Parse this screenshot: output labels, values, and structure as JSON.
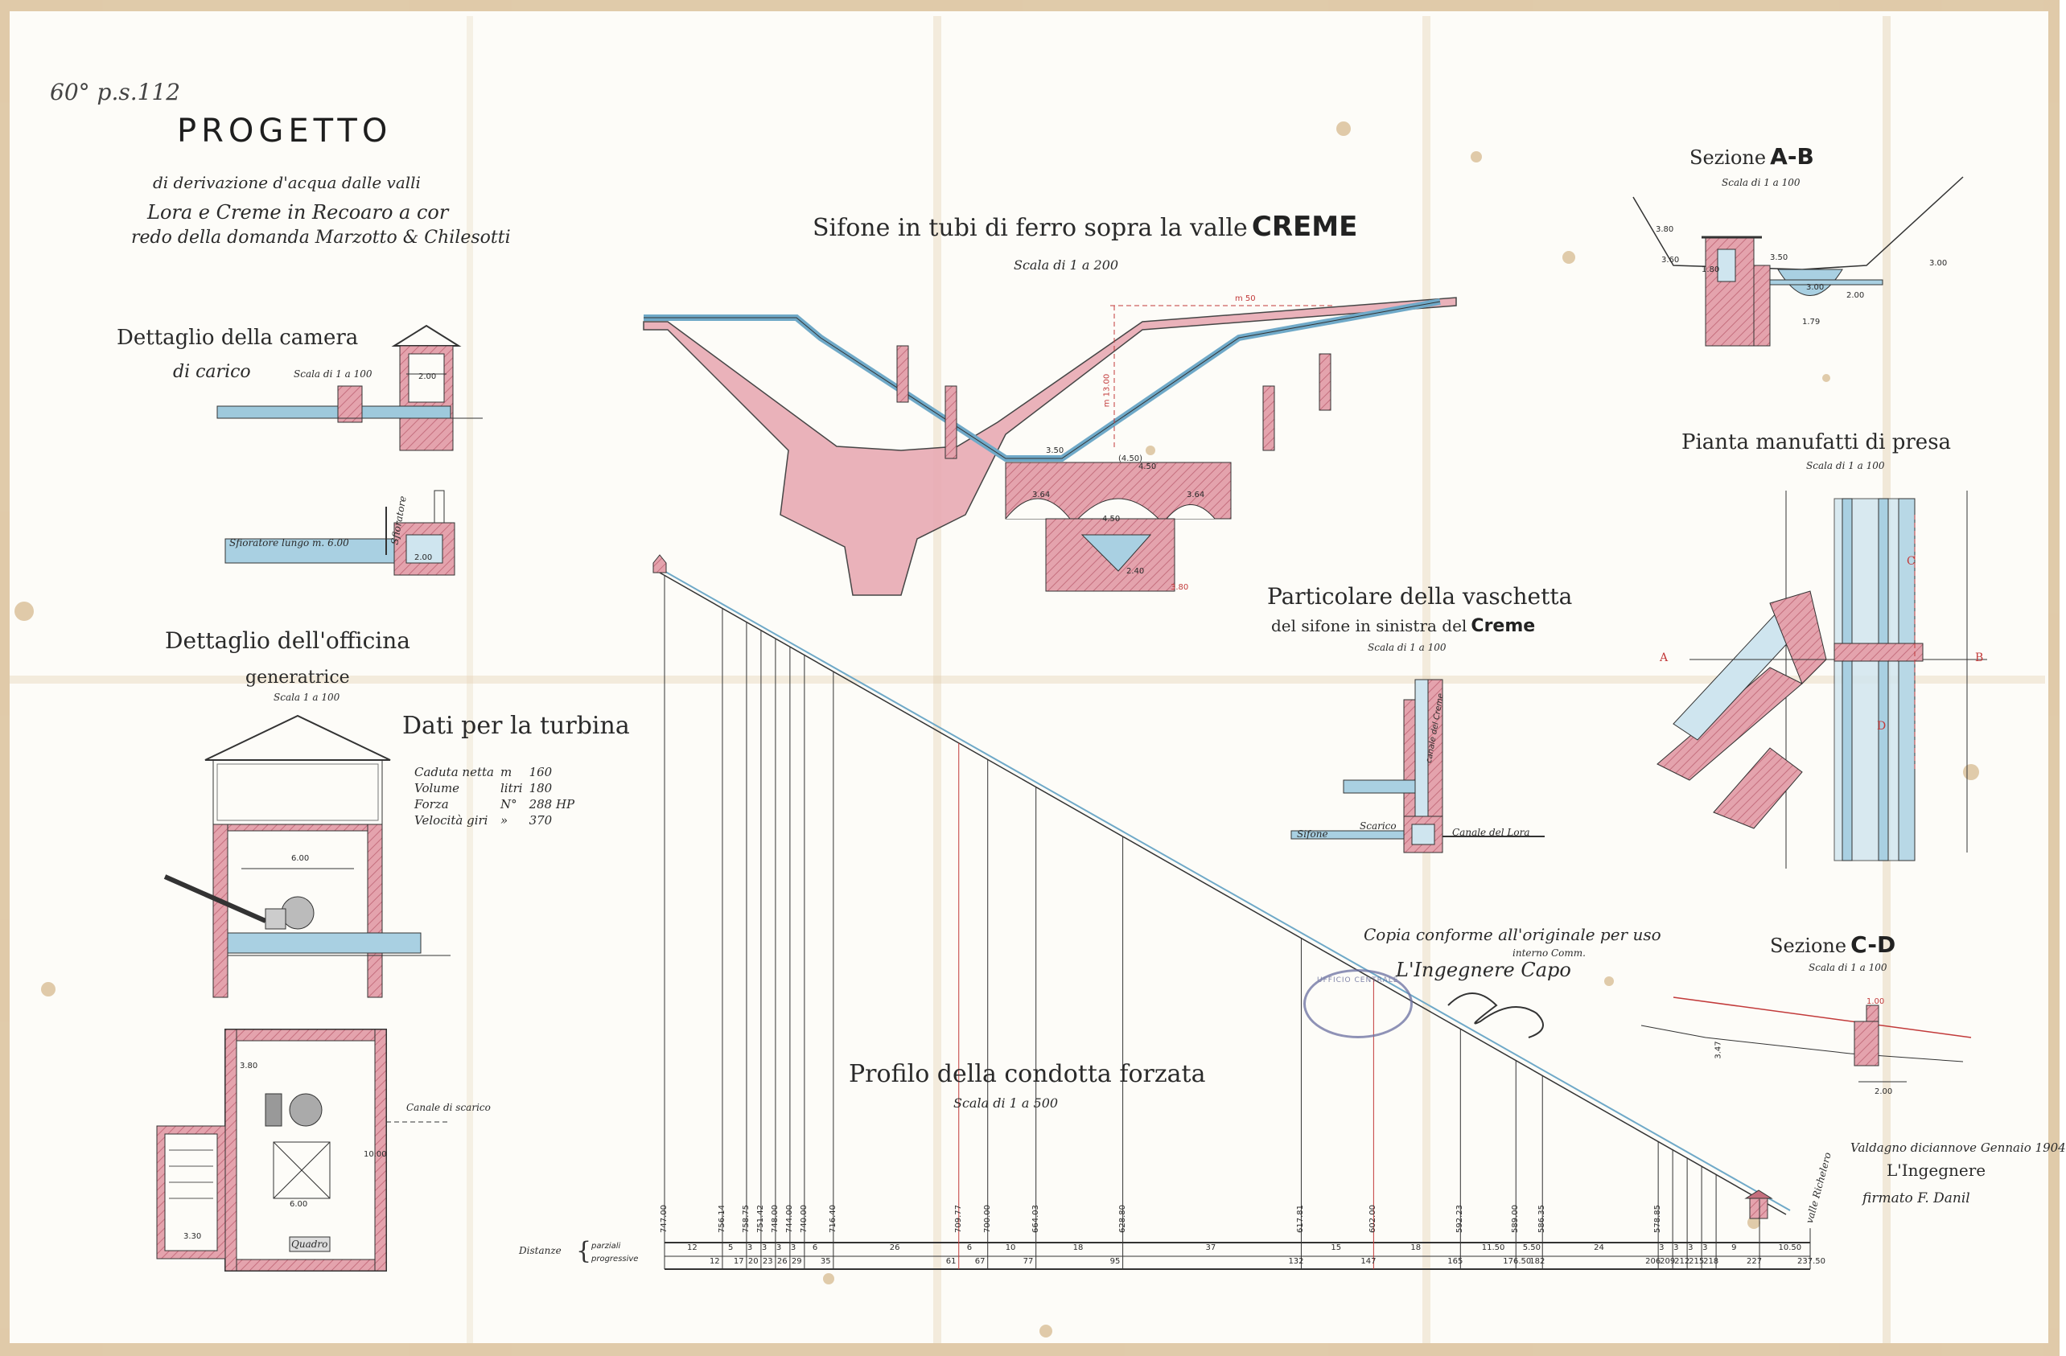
{
  "colors": {
    "paper": "#fdfcf8",
    "stain": "#c9a36a",
    "masonry": "#d98c98",
    "masonry_dark": "#b25c6a",
    "water": "#7fb6d2",
    "ink": "#2a2a2a",
    "red_line": "#c23a3a"
  },
  "header": {
    "corner_note": "60° p.s.112",
    "title": "PROGETTO",
    "subtitle_1": "di derivazione d'acqua dalle valli",
    "subtitle_2": "Lora e Creme in Recoaro a cor",
    "subtitle_3": "redo della domanda Marzotto & Chilesotti"
  },
  "camera": {
    "title": "Dettaglio della camera",
    "subtitle": "di carico",
    "scale": "Scala di 1 a 100",
    "dim": "2.00",
    "label_sfioratore": "Sfioratore",
    "label_sfioratore_lungo": "Sfioratore lungo m. 6.00",
    "dim_plan": "2.00"
  },
  "officina": {
    "title": "Dettaglio dell'officina",
    "subtitle": "generatrice",
    "scale": "Scala 1 a 100",
    "dim_width": "6.00",
    "plan_dims": [
      "3.80",
      "10.00",
      "6.00",
      "3.30"
    ],
    "canale_scarico": "Canale di scarico",
    "quadro": "Quadro"
  },
  "turbina": {
    "title": "Dati per la turbina",
    "rows": [
      {
        "label": "Caduta netta",
        "unit": "m",
        "value": "160"
      },
      {
        "label": "Volume",
        "unit": "litri",
        "value": "180"
      },
      {
        "label": "Forza",
        "unit": "N°",
        "value": "288 HP"
      },
      {
        "label": "Velocità giri",
        "unit": "»",
        "value": "370"
      }
    ]
  },
  "sifone": {
    "title_prefix": "Sifone in tubi di ferro sopra la valle",
    "title_bold": "CREME",
    "scale": "Scala di 1 a 200",
    "dim_span": "m 50",
    "dim_height": "m 13.00",
    "dim_labels": [
      "3.50",
      "4.50",
      "3.64",
      "3.64",
      "4.50",
      "2.40",
      "3.80",
      "(4.50)"
    ]
  },
  "profilo": {
    "title": "Profilo della condotta forzata",
    "scale": "Scala di 1 a 500",
    "distanze": "Distanze",
    "parziali": "parziali",
    "progressive": "progressive",
    "partial_distances": [
      "12",
      "5",
      "3",
      "3",
      "3",
      "3",
      "6",
      "26",
      "6",
      "10",
      "18",
      "37",
      "15",
      "18",
      "11.50",
      "5.50",
      "24",
      "3",
      "3",
      "3",
      "3",
      "9",
      "10.50"
    ],
    "progressive_distances": [
      "12",
      "17",
      "20",
      "23",
      "26",
      "29",
      "35",
      "61",
      "67",
      "77",
      "95",
      "132",
      "147",
      "165",
      "176.50",
      "182",
      "206",
      "209",
      "212",
      "215",
      "218",
      "227",
      "237.50"
    ],
    "elevations": [
      "747.00",
      "756.14",
      "758.75",
      "751.42",
      "748.00",
      "744.00",
      "740.00",
      "716.40",
      "709.77",
      "700.00",
      "664.03",
      "628.80",
      "617.81",
      "602.00",
      "592.23",
      "589.00",
      "586.35",
      "578.85"
    ],
    "valle_label": "valle Richelero"
  },
  "vaschetta": {
    "title": "Particolare della vaschetta",
    "subtitle_prefix": "del sifone in sinistra del",
    "subtitle_bold": "Creme",
    "scale": "Scala di 1 a 100",
    "label_scarico": "Scarico",
    "label_sifone": "Sifone",
    "label_canale": "Canale del Lora",
    "label_vertical": "canale del Creme"
  },
  "sezione_ab": {
    "title_prefix": "Sezione",
    "title_bold": "A-B",
    "scale": "Scala di 1 a 100",
    "dims": [
      "3.80",
      "3.60",
      "1.80",
      "3.50",
      "3.00",
      "2.00",
      "1.79",
      "3.00"
    ]
  },
  "pianta": {
    "title": "Pianta manufatti di presa",
    "scale": "Scala di 1 a 100",
    "label_a": "A",
    "label_b": "B",
    "label_c": "C",
    "label_d": "D"
  },
  "sezione_cd": {
    "title_prefix": "Sezione",
    "title_bold": "C-D",
    "scale": "Scala di 1 a 100",
    "dims": [
      "3.47",
      "2.00",
      "1.00"
    ]
  },
  "certification": {
    "line_1": "Copia conforme all'originale per uso",
    "line_2": "interno Comm.",
    "line_3": "L'Ingegnere Capo",
    "stamp_text": "UFFICIO CENTRALE"
  },
  "signature": {
    "date_line": "Valdagno diciannove Gennaio 1904",
    "role": "L'Ingegnere",
    "signed": "firmato F. Danil"
  }
}
